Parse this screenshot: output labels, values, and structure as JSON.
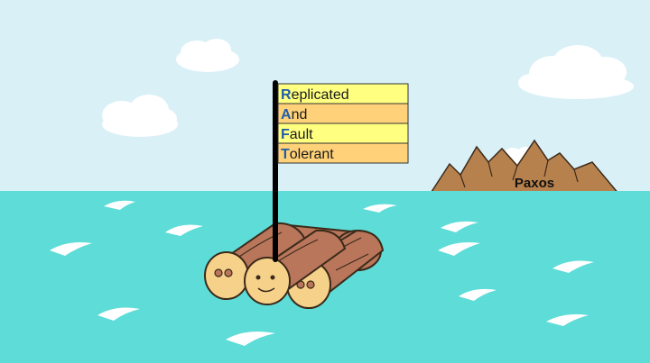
{
  "flag": {
    "rows": [
      {
        "initial": "R",
        "rest": "eplicated"
      },
      {
        "initial": "A",
        "rest": "nd"
      },
      {
        "initial": "F",
        "rest": "ault"
      },
      {
        "initial": "T",
        "rest": "olerant"
      }
    ],
    "colors": {
      "row_light": "#ffff80",
      "row_dark": "#ffd27a",
      "initial": "#1f5fa8"
    }
  },
  "island": {
    "label": "Paxos",
    "color": "#b7814e"
  },
  "colors": {
    "sky": "#d9f0f7",
    "sea": "#5ddcd8",
    "log": "#b9765b",
    "log_end": "#f6d18a",
    "wave": "#ffffff"
  }
}
